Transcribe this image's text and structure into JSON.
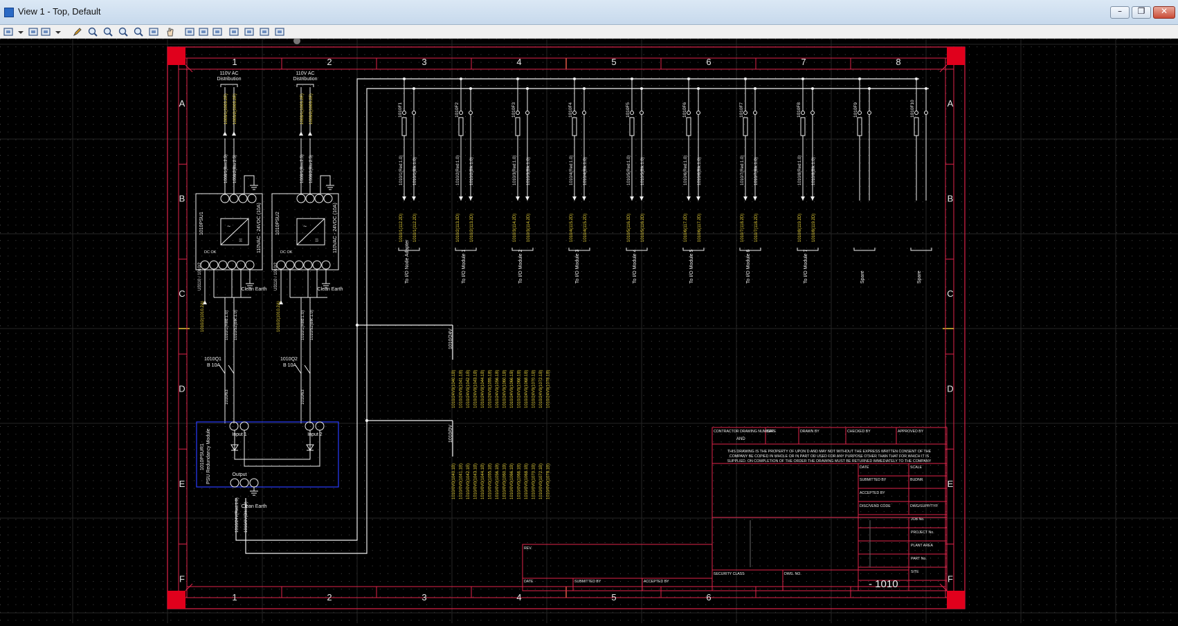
{
  "window": {
    "title": "View 1 - Top, Default",
    "buttons": [
      "minimize-icon",
      "restore-icon",
      "close-icon"
    ],
    "close_glyph": "✕"
  },
  "toolbar": {
    "icons": [
      "view-menu-icon",
      "dropdown-icon",
      "render-icon",
      "lighting-icon",
      "dropdown-icon",
      "pen-icon",
      "zoom-in-icon",
      "zoom-out-icon",
      "zoom-window-icon",
      "zoom-extents-icon",
      "rotate-icon",
      "pan-icon",
      "walk-icon",
      "camera-icon",
      "frame-icon",
      "section-icon",
      "filter-icon",
      "select-icon",
      "snap-icon"
    ]
  },
  "drawing": {
    "grid_columns": [
      "1",
      "2",
      "3",
      "4",
      "5",
      "6",
      "7",
      "8"
    ],
    "bottom_columns": [
      "1",
      "2",
      "3",
      "4",
      "5",
      "6"
    ],
    "grid_rows": [
      "A",
      "B",
      "C",
      "D",
      "E",
      "F"
    ],
    "distribution_labels": [
      {
        "line1": "110V AC",
        "line2": "Distribution"
      },
      {
        "line1": "110V AC",
        "line2": "Distribution"
      }
    ],
    "psu_labels": [
      "1010PSU1",
      "1010PSU2"
    ],
    "psu_ratings": [
      "110VAC - 24VDC (10A)",
      "110VAC - 24VDC (10A)"
    ],
    "psu_dc_ok": "DC OK",
    "clean_earth": "Clean Earth",
    "breakers": [
      {
        "tag": "1010Q1",
        "rating": "B 10A"
      },
      {
        "tag": "1010Q2",
        "rating": "B 10A"
      }
    ],
    "redundancy": {
      "tag": "1010PSUR1",
      "name": "PSU Redundancy Module",
      "input1": "Input 1",
      "input2": "Input 2",
      "output": "Output"
    },
    "feeds": {
      "positive": "1010/24V",
      "negative": "1010/0V"
    },
    "breaker_tags": [
      "1010F1",
      "1010F2",
      "1010F3",
      "1010F4",
      "1010F5",
      "1010F6",
      "1010F7",
      "1010F8",
      "1010F9",
      "1010F10"
    ],
    "destinations": [
      "To I/O Node Adapter",
      "To I/O Module 1",
      "To I/O Module 2",
      "To I/O Module 3",
      "To I/O Module 4",
      "To I/O Module 5",
      "To I/O Module 6",
      "To I/O Module 7",
      "Spare",
      "Spare"
    ],
    "title_block": {
      "header_fields": [
        "CONTRACTOR DRAWING NUMBER",
        "DATE",
        "DRAWN BY",
        "CHECKED BY",
        "APPROVED BY"
      ],
      "and": "AND",
      "notice": "THIS DRAWING IS THE PROPERTY OF UPON D AND MAY NOT WITHOUT THE EXPRESS WRITTEN CONSENT OF THE COMPANY BE COPIED IN WHOLE OR IN PART OR USED FOR ANY PURPOSE OTHER THAN THAT FOR WHICH IT IS SUPPLIED. ON COMPLETION OF THE ORDER THE DRAWING MUST BE RETURNED IMMEDIATELY TO THE COMPANY",
      "right_fields": [
        "DATE",
        "SCALE",
        "SUBMITTED BY",
        "BUDNR",
        "ACCEPTED BY",
        "DISC/VEND CODE",
        "DWG/SUPP/TYP.",
        "JOB No.",
        "PROJECT No.",
        "PLANT AREA",
        "PART No.",
        "SITE"
      ],
      "revision_fields": [
        "REV.",
        "DATE",
        "SUBMITTED BY",
        "ACCEPTED BY"
      ],
      "security_class": "SECURITY CLASS",
      "dwg_no": "DWG. NO.",
      "drawing_number": "- 1010"
    }
  }
}
